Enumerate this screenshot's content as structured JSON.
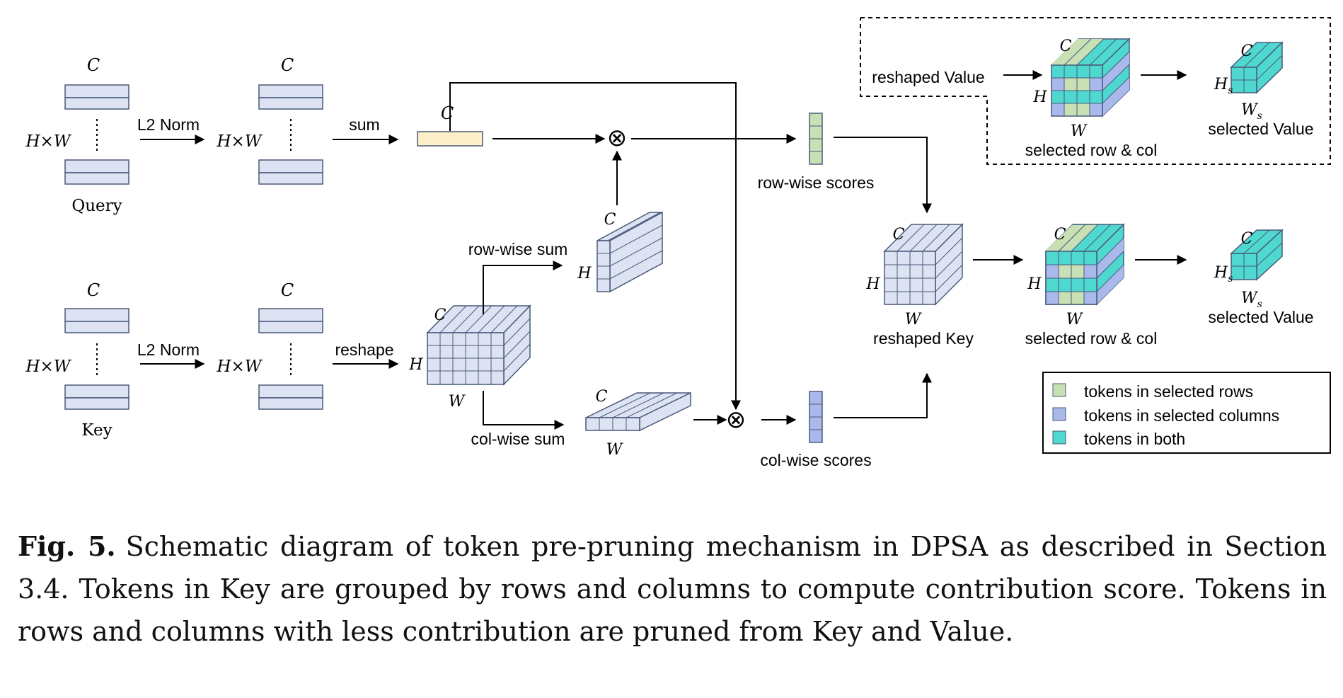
{
  "colors": {
    "token_blue": "#dde3f3",
    "token_stroke": "#4a5a7a",
    "sum_yellow": "#fdf0c8",
    "selected_rows": "#c8e0b4",
    "selected_cols": "#a9b9ec",
    "both": "#4fd8d0",
    "line": "#000000"
  },
  "labels": {
    "C": "C",
    "HxW": "H×W",
    "H": "H",
    "W": "W",
    "Hs": "H",
    "Ws": "W",
    "sub_s": "s",
    "query": "Query",
    "key": "Key",
    "l2norm_top": "L2 Norm",
    "l2norm_bottom": "L2 Norm",
    "sum": "sum",
    "reshape": "reshape",
    "row_wise_sum": "row-wise sum",
    "col_wise_sum": "col-wise sum",
    "row_wise_scores": "row-wise scores",
    "col_wise_scores": "col-wise scores",
    "reshaped_value": "reshaped Value",
    "reshaped_key": "reshaped Key",
    "selected_row_col_top": "selected row & col",
    "selected_row_col_bottom": "selected row & col",
    "selected_value_top": "selected Value",
    "selected_value_bottom": "selected Value",
    "otimes": "⊗"
  },
  "legend": {
    "items": [
      {
        "label": "tokens in selected rows",
        "color": "#c8e0b4"
      },
      {
        "label": "tokens in selected columns",
        "color": "#a9b9ec"
      },
      {
        "label": "tokens in both",
        "color": "#4fd8d0"
      }
    ]
  },
  "caption": {
    "label": "Fig. 5.",
    "text": "Schematic diagram of token pre-pruning mechanism in DPSA as described in Section 3.4. Tokens in Key are grouped by rows and columns to compute contribution score. Tokens in rows and columns with less contribution are pruned from Key and Value."
  }
}
